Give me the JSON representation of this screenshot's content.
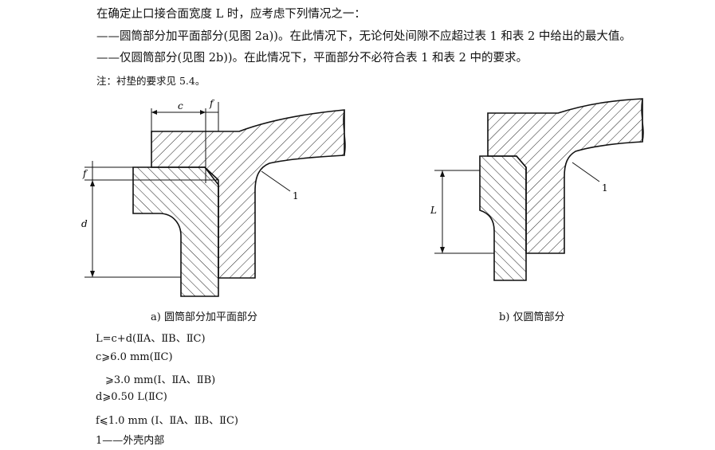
{
  "intro": {
    "line1": "在确定止口接合面宽度 L 时，应考虑下列情况之一：",
    "line2": "——圆筒部分加平面部分(见图 2a))。在此情况下，无论何处间隙不应超过表 1 和表 2 中给出的最大值。",
    "line3": "——仅圆筒部分(见图 2b))。在此情况下，平面部分不必符合表 1 和表 2 中的要求。",
    "note": "注：衬垫的要求见 5.4。"
  },
  "figure_a": {
    "caption": "a) 圆筒部分加平面部分",
    "label_c": "c",
    "label_f_top": "f",
    "label_f_side": "f",
    "label_d": "d",
    "label_1": "1"
  },
  "figure_b": {
    "caption": "b) 仅圆筒部分",
    "label_L": "L",
    "label_1": "1"
  },
  "formulas": {
    "f1": "L=c+d(ⅡA、ⅡB、ⅡC)",
    "f2": "c⩾6.0 mm(ⅡC)",
    "f3": "⩾3.0 mm(Ⅰ、ⅡA、ⅡB)",
    "f4": "d⩾0.50 L(ⅡC)",
    "f5": "f⩽1.0 mm (Ⅰ、ⅡA、ⅡB、ⅡC)",
    "legend": "1——外壳内部"
  }
}
